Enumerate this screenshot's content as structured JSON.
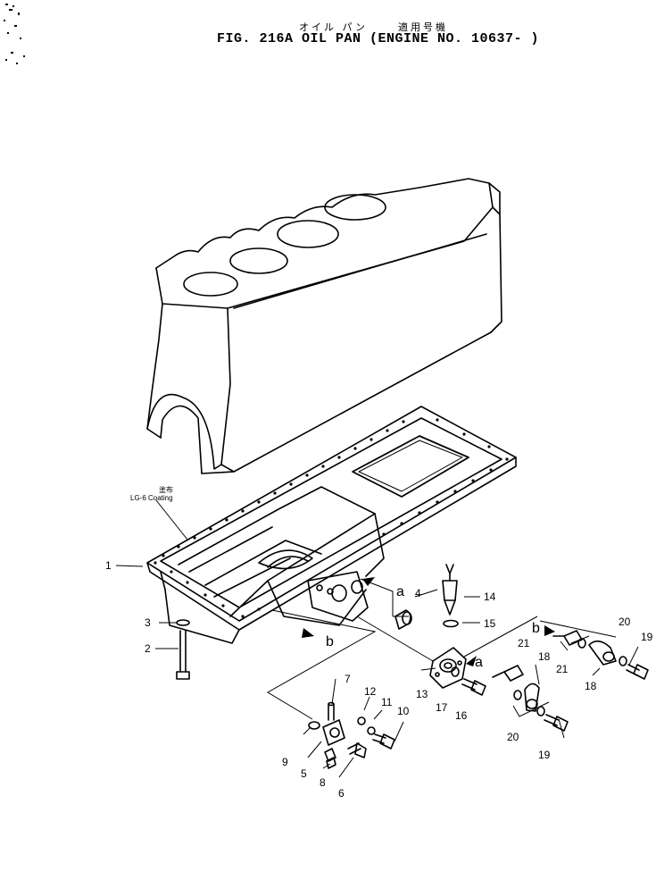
{
  "header": {
    "jp_name": "オイル パン",
    "jp_applicable": "適用号機",
    "figure_title": "FIG. 216A  OIL PAN (ENGINE NO. 10637- )"
  },
  "annotation": {
    "jp_coating": "塗布",
    "coating": "LG-6 Coating"
  },
  "callouts": [
    {
      "label": "1"
    },
    {
      "label": "2"
    },
    {
      "label": "3"
    },
    {
      "label": "4"
    },
    {
      "label": "5"
    },
    {
      "label": "6"
    },
    {
      "label": "7"
    },
    {
      "label": "8"
    },
    {
      "label": "9"
    },
    {
      "label": "10"
    },
    {
      "label": "11"
    },
    {
      "label": "12"
    },
    {
      "label": "13"
    },
    {
      "label": "14"
    },
    {
      "label": "15"
    },
    {
      "label": "16"
    },
    {
      "label": "17"
    },
    {
      "label": "18"
    },
    {
      "label": "18"
    },
    {
      "label": "19"
    },
    {
      "label": "19"
    },
    {
      "label": "20"
    },
    {
      "label": "20"
    },
    {
      "label": "21"
    },
    {
      "label": "21"
    }
  ],
  "view_refs": [
    {
      "label": "a"
    },
    {
      "label": "a"
    },
    {
      "label": "b"
    },
    {
      "label": "b"
    }
  ]
}
